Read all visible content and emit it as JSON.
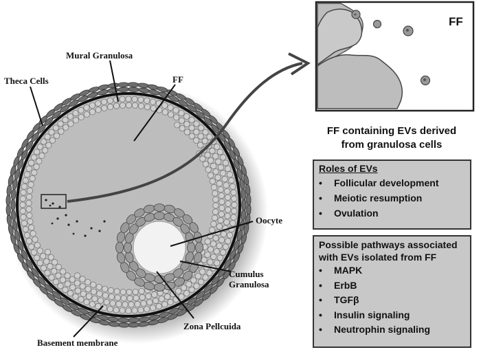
{
  "labels": {
    "theca": "Theca Cells",
    "mural": "Mural Granulosa",
    "ff_center": "FF",
    "oocyte": "Oocyte",
    "cumulus_line1": "Cumulus",
    "cumulus_line2": "Granulosa",
    "zona": "Zona Pellcuida",
    "basement": "Basement membrane",
    "inset_ff": "FF"
  },
  "caption": {
    "line1": "FF containing EVs derived",
    "line2": "from granulosa cells"
  },
  "roles_box": {
    "title": "Roles of EVs",
    "items": [
      "Follicular  development",
      "Meiotic resumption",
      "Ovulation"
    ]
  },
  "pathways_box": {
    "title_line1": "Possible pathways associated",
    "title_line2": "with EVs isolated from FF",
    "items": [
      "MAPK",
      "ErbB",
      "TGFβ",
      "Insulin signaling",
      "Neutrophin signaling"
    ]
  },
  "colors": {
    "box_fill": "#c8c8c8",
    "follicle_fill": "#bdbdbd",
    "cell_fill": "#9a9a9a",
    "oocyte_fill": "#f2f2f2"
  }
}
